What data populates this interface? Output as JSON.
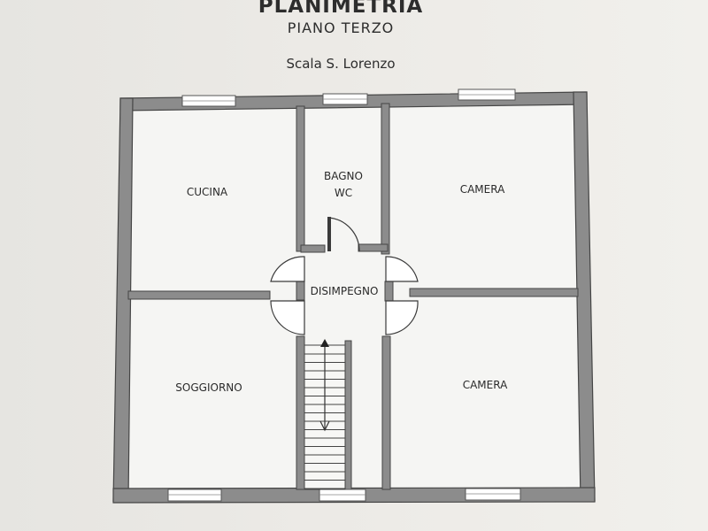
{
  "header": {
    "title": "PLANIMETRIA",
    "subtitle": "PIANO TERZO",
    "building": "Scala S. Lorenzo"
  },
  "rooms": {
    "kitchen": "CUCINA",
    "bathroom_line1": "BAGNO",
    "bathroom_line2": "WC",
    "bedroom_top": "CAMERA",
    "hallway": "DISIMPEGNO",
    "living": "SOGGIORNO",
    "bedroom_bottom": "CAMERA"
  },
  "colors": {
    "wall_fill": "#8e8e8e",
    "wall_stroke": "#4a4a4a",
    "floor": "#f4f4f2"
  }
}
